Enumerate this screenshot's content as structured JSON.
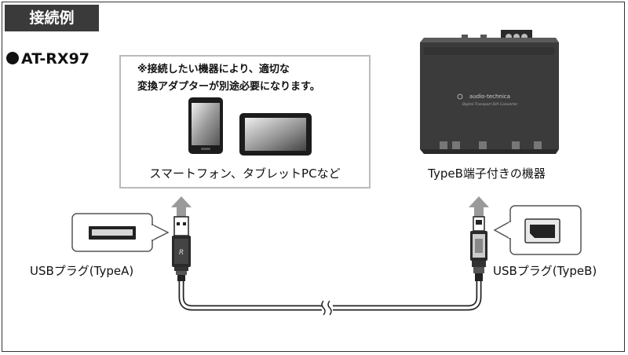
{
  "header": {
    "title": "接続例"
  },
  "model": {
    "name": "AT-RX97"
  },
  "note": {
    "line1": "※接続したい機器により、適切な",
    "line2": "変換アダプターが別途必要になります。"
  },
  "devices": {
    "source_label": "スマートフォン、タブレットPCなど",
    "target_label": "TypeB端子付きの機器"
  },
  "plugs": {
    "type_a_label": "USBプラグ(TypeA)",
    "type_b_label": "USBプラグ(TypeB)"
  },
  "device_panel": {
    "brand": "audio-technica",
    "product_line": "Digital Transport D/A Converter",
    "colors": {
      "body": "#3b3b3b",
      "panel_text": "#cfcfcf"
    }
  },
  "colors": {
    "header_bg": "#3a3a3a",
    "arrow": "#9a9a9a",
    "cable": "#222222",
    "note_border": "#bbbbbb"
  }
}
